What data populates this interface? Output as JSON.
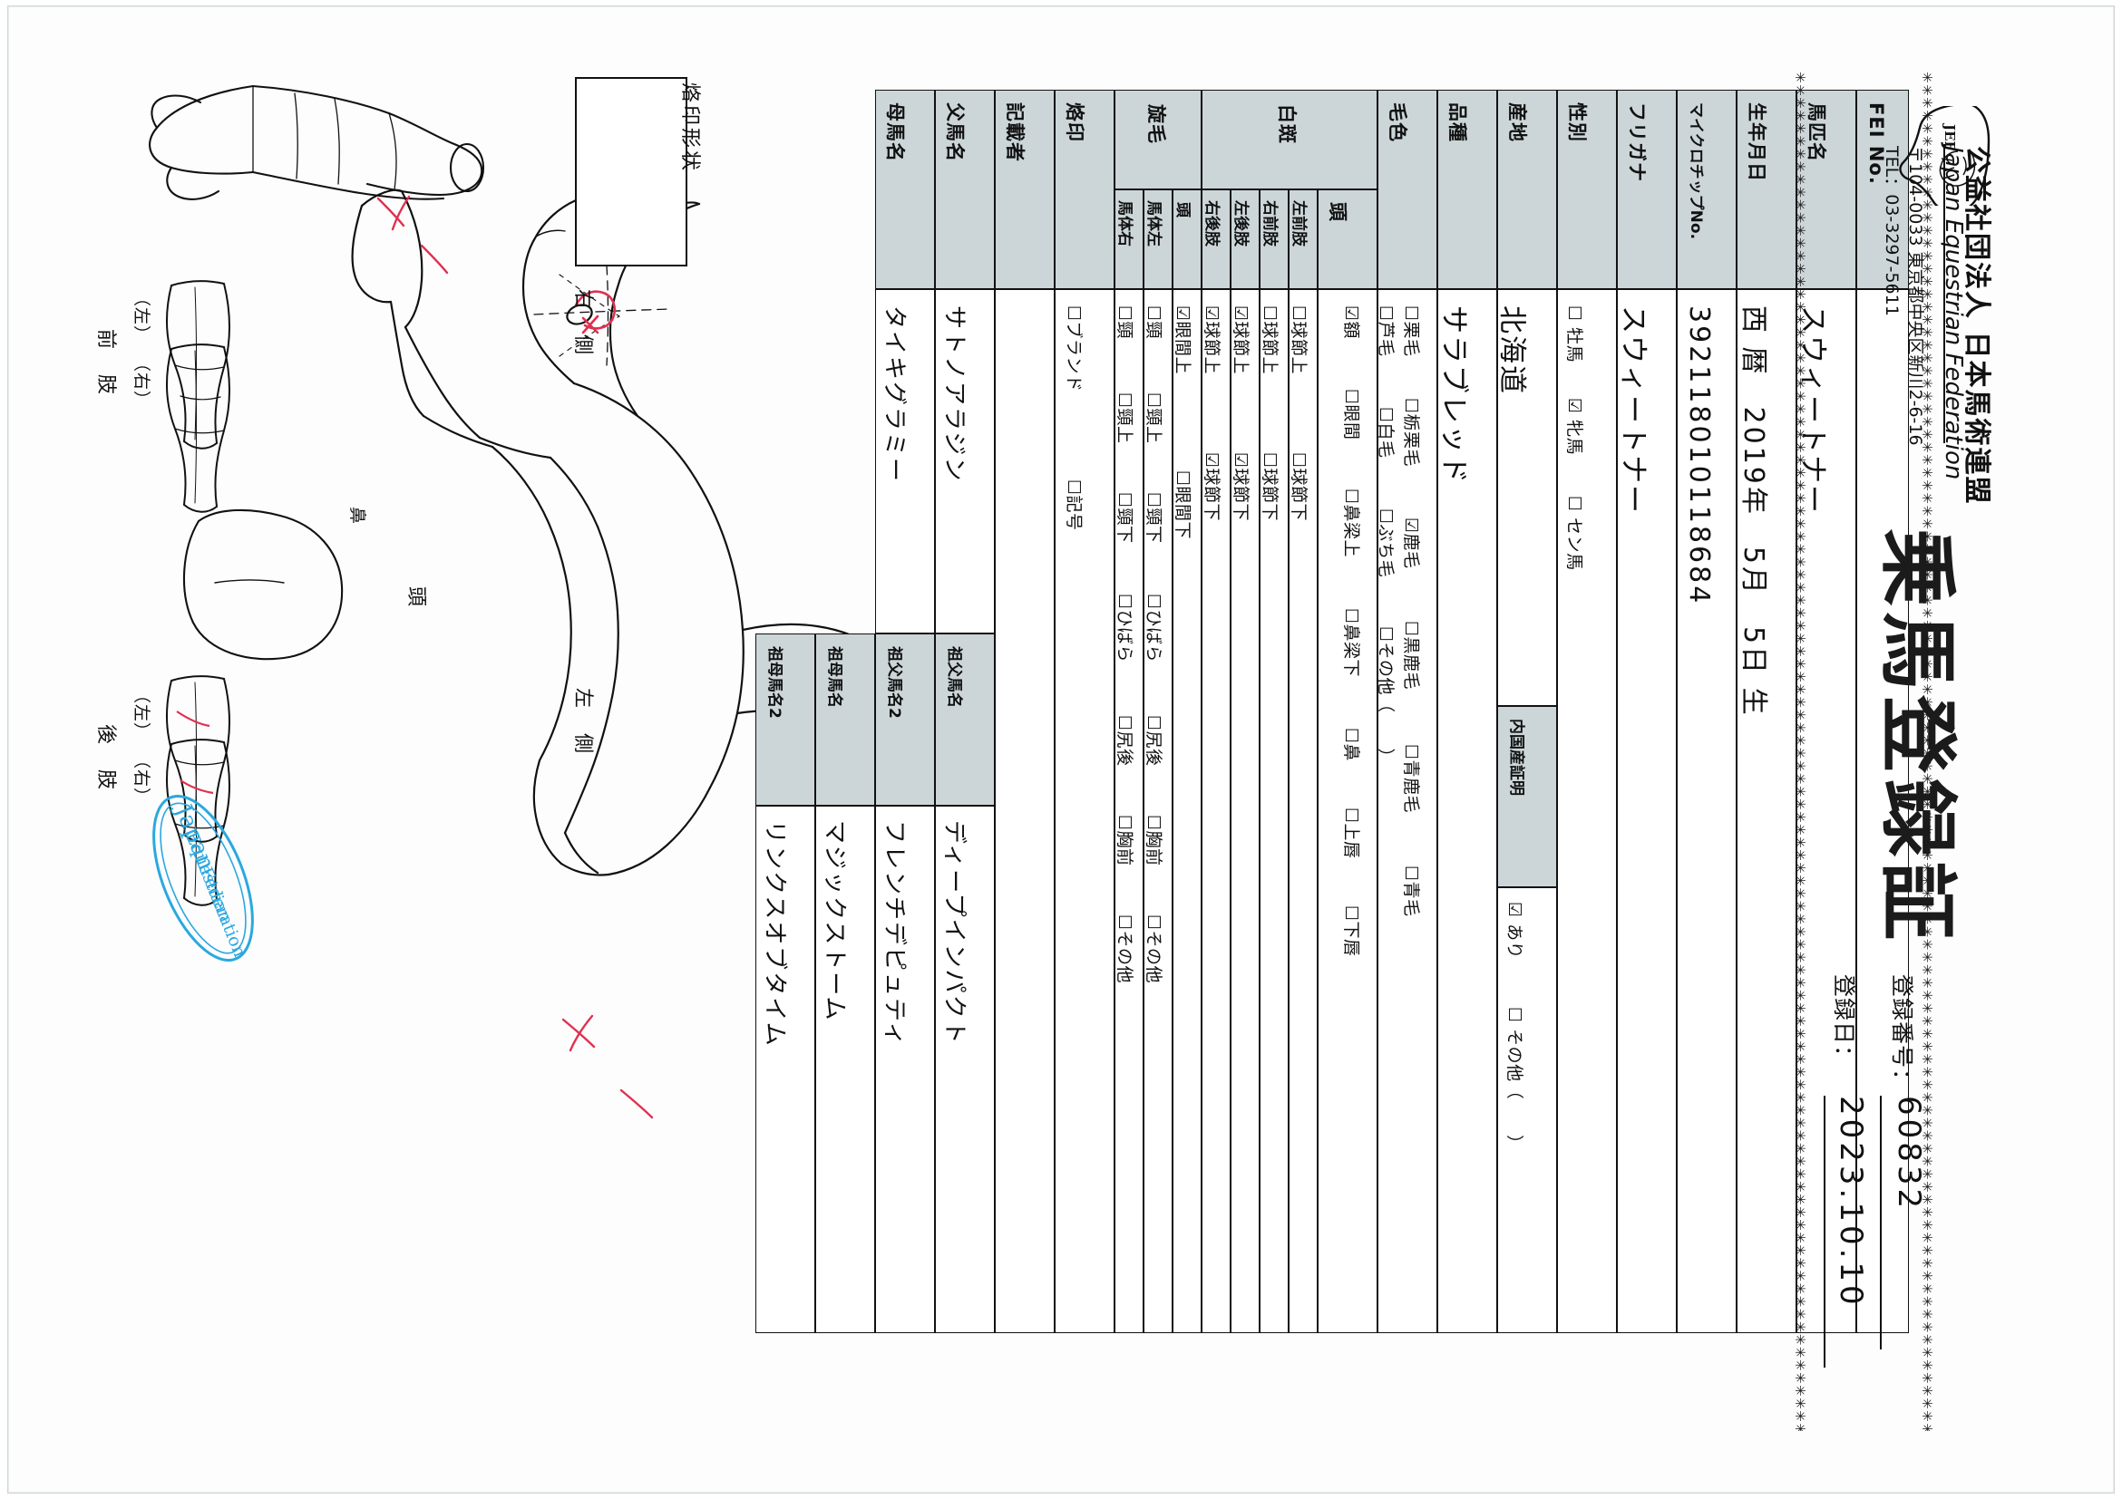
{
  "document": {
    "title_jp": "乗馬登録証",
    "org_name_jp": "公益社団法人 日本馬術連盟",
    "org_name_en": "Japan Equestrian Federation",
    "org_address": "〒104-0033 東京都中央区新川2-6-16",
    "org_tel": "TEL：03-3297-5611",
    "logo_text": "JEF",
    "registration_number_label": "登録番号：",
    "registration_number": "60832",
    "registration_date_label": "登録日：",
    "registration_date": "2023.10.10"
  },
  "table": {
    "rows": [
      {
        "label": "FEI No.",
        "value": ""
      },
      {
        "label": "馬匹名",
        "value": "スウィートナー"
      },
      {
        "label": "生年月日",
        "value": "西 暦　2019年　5月　5日 生"
      },
      {
        "label": "マイクロチップNo.",
        "value": "392118010118684"
      },
      {
        "label": "フリガナ",
        "value": "スウィートナー"
      },
      {
        "label": "性別",
        "value": ""
      },
      {
        "label": "産地",
        "value": "北海道"
      },
      {
        "label": "内国産証明",
        "value": ""
      },
      {
        "label": "品種",
        "value": "サラブレッド"
      },
      {
        "label": "毛色",
        "value": ""
      },
      {
        "label": "白斑",
        "value": ""
      },
      {
        "label": "旋毛",
        "value": ""
      },
      {
        "label": "烙印",
        "value": ""
      },
      {
        "label": "記載者",
        "value": ""
      },
      {
        "label": "父馬名",
        "value": "サトノアラジン"
      },
      {
        "label": "母馬名",
        "value": "タイキグラミー"
      },
      {
        "label": "祖父馬名",
        "value": "ディープインパクト"
      },
      {
        "label": "祖母馬名",
        "value": "マジックストーム"
      },
      {
        "label": "祖父馬名2",
        "value": "フレンチデピュティ"
      },
      {
        "label": "祖母馬名2",
        "value": "リンクスオブタイム"
      }
    ],
    "sex_options": [
      {
        "label": "牡馬",
        "checked": false
      },
      {
        "label": "牝馬",
        "checked": true
      },
      {
        "label": "セン馬",
        "checked": false
      }
    ],
    "domestic_cert_options": [
      {
        "label": "あり",
        "checked": true
      },
      {
        "label": "その他（　　）",
        "checked": false
      }
    ],
    "coat_options_row1": [
      {
        "label": "栗毛",
        "checked": false
      },
      {
        "label": "栃栗毛",
        "checked": false
      },
      {
        "label": "鹿毛",
        "checked": true
      },
      {
        "label": "黒鹿毛",
        "checked": false
      },
      {
        "label": "青鹿毛",
        "checked": false
      },
      {
        "label": "青毛",
        "checked": false
      }
    ],
    "coat_options_row2": [
      {
        "label": "芦毛",
        "checked": false
      },
      {
        "label": "白毛",
        "checked": false
      },
      {
        "label": "ぶち毛",
        "checked": false
      },
      {
        "label": "その他（　　）",
        "checked": false
      }
    ],
    "white_marks_group_label": "白斑",
    "white_marks": [
      {
        "region": "頭",
        "options": [
          {
            "label": "額",
            "checked": true
          },
          {
            "label": "眼間",
            "checked": false
          },
          {
            "label": "鼻梁上",
            "checked": false
          },
          {
            "label": "鼻梁下",
            "checked": false
          },
          {
            "label": "鼻",
            "checked": false
          },
          {
            "label": "上唇",
            "checked": false
          },
          {
            "label": "下唇",
            "checked": false
          }
        ]
      },
      {
        "region": "左前肢",
        "options": [
          {
            "label": "球節上",
            "checked": false
          },
          {
            "label": "球節下",
            "checked": false
          }
        ]
      },
      {
        "region": "右前肢",
        "options": [
          {
            "label": "球節上",
            "checked": false
          },
          {
            "label": "球節下",
            "checked": false
          }
        ]
      },
      {
        "region": "左後肢",
        "options": [
          {
            "label": "球節上",
            "checked": true
          },
          {
            "label": "球節下",
            "checked": true
          }
        ]
      },
      {
        "region": "右後肢",
        "options": [
          {
            "label": "球節上",
            "checked": true
          },
          {
            "label": "球節下",
            "checked": true
          }
        ]
      }
    ],
    "whorl_group_label": "旋毛",
    "whorls": [
      {
        "region": "頭",
        "options": [
          {
            "label": "眼間上",
            "checked": true
          },
          {
            "label": "眼間下",
            "checked": false
          }
        ]
      },
      {
        "region": "馬体左",
        "options": [
          {
            "label": "頸",
            "checked": false
          },
          {
            "label": "頸上",
            "checked": false
          },
          {
            "label": "頸下",
            "checked": false
          },
          {
            "label": "ひばら",
            "checked": false
          },
          {
            "label": "尻後",
            "checked": false
          },
          {
            "label": "胸前",
            "checked": false
          },
          {
            "label": "その他",
            "checked": false
          }
        ]
      },
      {
        "region": "馬体右",
        "options": [
          {
            "label": "頸",
            "checked": false
          },
          {
            "label": "頸上",
            "checked": false
          },
          {
            "label": "頸下",
            "checked": false
          },
          {
            "label": "ひばら",
            "checked": false
          },
          {
            "label": "尻後",
            "checked": false
          },
          {
            "label": "胸前",
            "checked": false
          },
          {
            "label": "その他",
            "checked": false
          }
        ]
      }
    ],
    "brand_options": [
      {
        "label": "ブランド",
        "checked": false
      },
      {
        "label": "記号",
        "checked": false
      }
    ]
  },
  "diagram": {
    "brand_shape_label": "烙印形状",
    "right_side_label": "右　側",
    "left_side_label": "左　側",
    "head_label": "頭",
    "nose_label": "鼻",
    "front_limb_label": "前　肢",
    "hind_limb_label": "後　肢",
    "front_left": "（左）",
    "front_right": "（右）",
    "hind_left": "（左）",
    "hind_right": "（右）",
    "stamp_text": "Japan Equestrian Federation"
  }
}
